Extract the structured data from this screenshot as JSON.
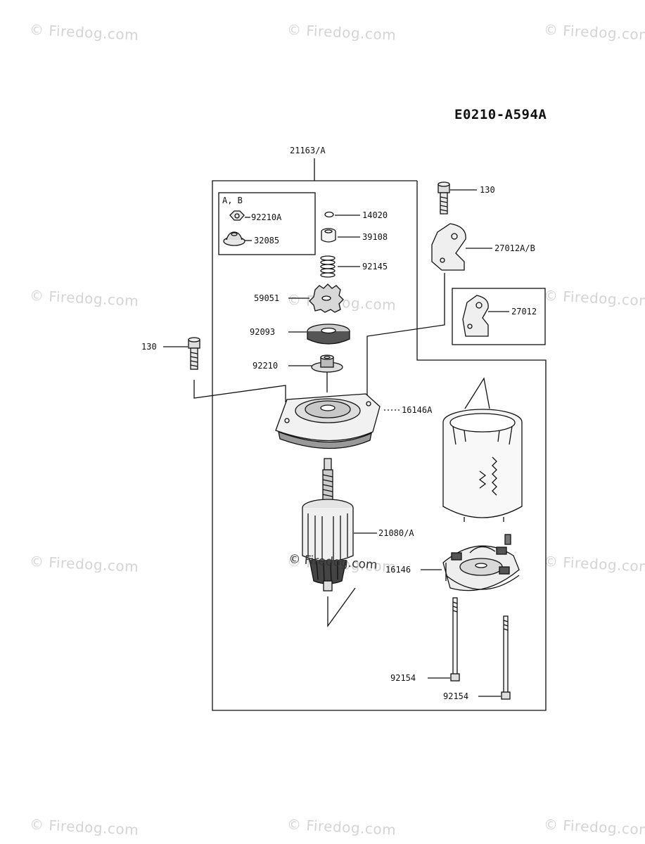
{
  "watermark": "© Firedog.com",
  "diagram_code": "E0210-A594A",
  "labels": {
    "kit_main": "21163/A",
    "kit_ab": "A, B",
    "nut_ab": "92210A",
    "cap_ab": "32085",
    "ring": "14020",
    "collar": "39108",
    "spring": "92145",
    "pinion": "59051",
    "washer": "92093",
    "nut": "92210",
    "bolt_right": "130",
    "bolt_left": "130",
    "bracket_ab": "27012A/B",
    "bracket": "27012",
    "cover_front": "16146A",
    "armature": "21080/A",
    "cover_rear": "16146",
    "thru_bolt_1": "92154",
    "thru_bolt_2": "92154"
  }
}
